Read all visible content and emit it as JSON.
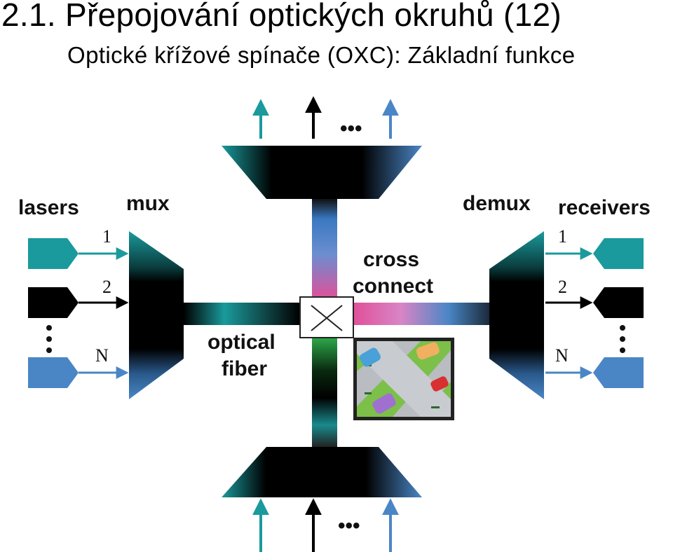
{
  "header": {
    "title": "2.1. Přepojování optických okruhů (12)",
    "subtitle": "Optické křížové spínače (OXC): Základní funkce"
  },
  "diagram": {
    "labels": {
      "lasers": "lasers",
      "mux": "mux",
      "demux": "demux",
      "receivers": "receivers",
      "cross_connect_line1": "cross",
      "cross_connect_line2": "connect",
      "optical_fiber_line1": "optical",
      "optical_fiber_line2": "fiber"
    },
    "channels": {
      "ch1": "1",
      "ch2": "2",
      "chN": "N"
    },
    "ellipsis": "•••",
    "colors": {
      "teal": "#1a9a9c",
      "black": "#000000",
      "blue": "#4a86c6",
      "pink": "#e0509a",
      "green": "#2da84a"
    }
  }
}
